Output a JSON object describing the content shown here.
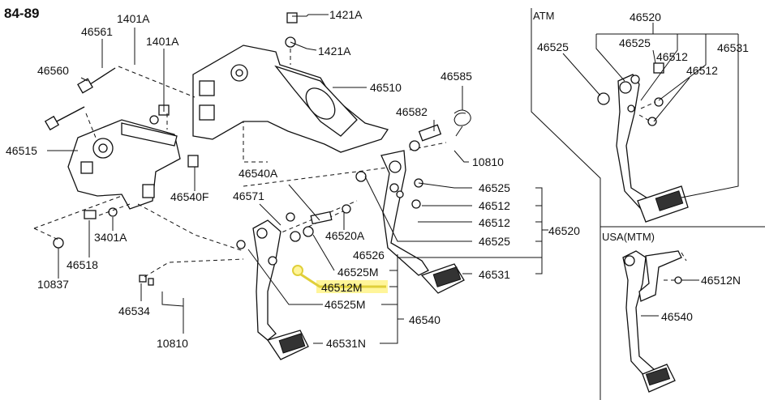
{
  "title": "84-89",
  "sections": {
    "atm": "ATM",
    "usa_mtm": "USA(MTM)"
  },
  "highlight_color": "#fff59a",
  "main_labels": {
    "p1421a_a": "1421A",
    "p1421a_b": "1421A",
    "p1401a_a": "1401A",
    "p1401a_b": "1401A",
    "p46561": "46561",
    "p46560": "46560",
    "p46510": "46510",
    "p46585": "46585",
    "p46582": "46582",
    "p10810_a": "10810",
    "p46515": "46515",
    "p46540f": "46540F",
    "p46540a": "46540A",
    "p46571": "46571",
    "p46520a": "46520A",
    "p3401a": "3401A",
    "p46518": "46518",
    "p10837": "10837",
    "p46534": "46534",
    "p10810_b": "10810",
    "p46525_r1": "46525",
    "p46512_r1": "46512",
    "p46512_r2": "46512",
    "p46525_r2": "46525",
    "p46520_r": "46520",
    "p46526": "46526",
    "p46525m_a": "46525M",
    "p46512m": "46512M",
    "p46531": "46531",
    "p46525m_b": "46525M",
    "p46540": "46540",
    "p46531n": "46531N"
  },
  "atm_labels": {
    "p46520": "46520",
    "p46525_a": "46525",
    "p46525_b": "46525",
    "p46512_a": "46512",
    "p46512_b": "46512",
    "p46531": "46531"
  },
  "mtm_labels": {
    "p46512n": "46512N",
    "p46540": "46540"
  }
}
